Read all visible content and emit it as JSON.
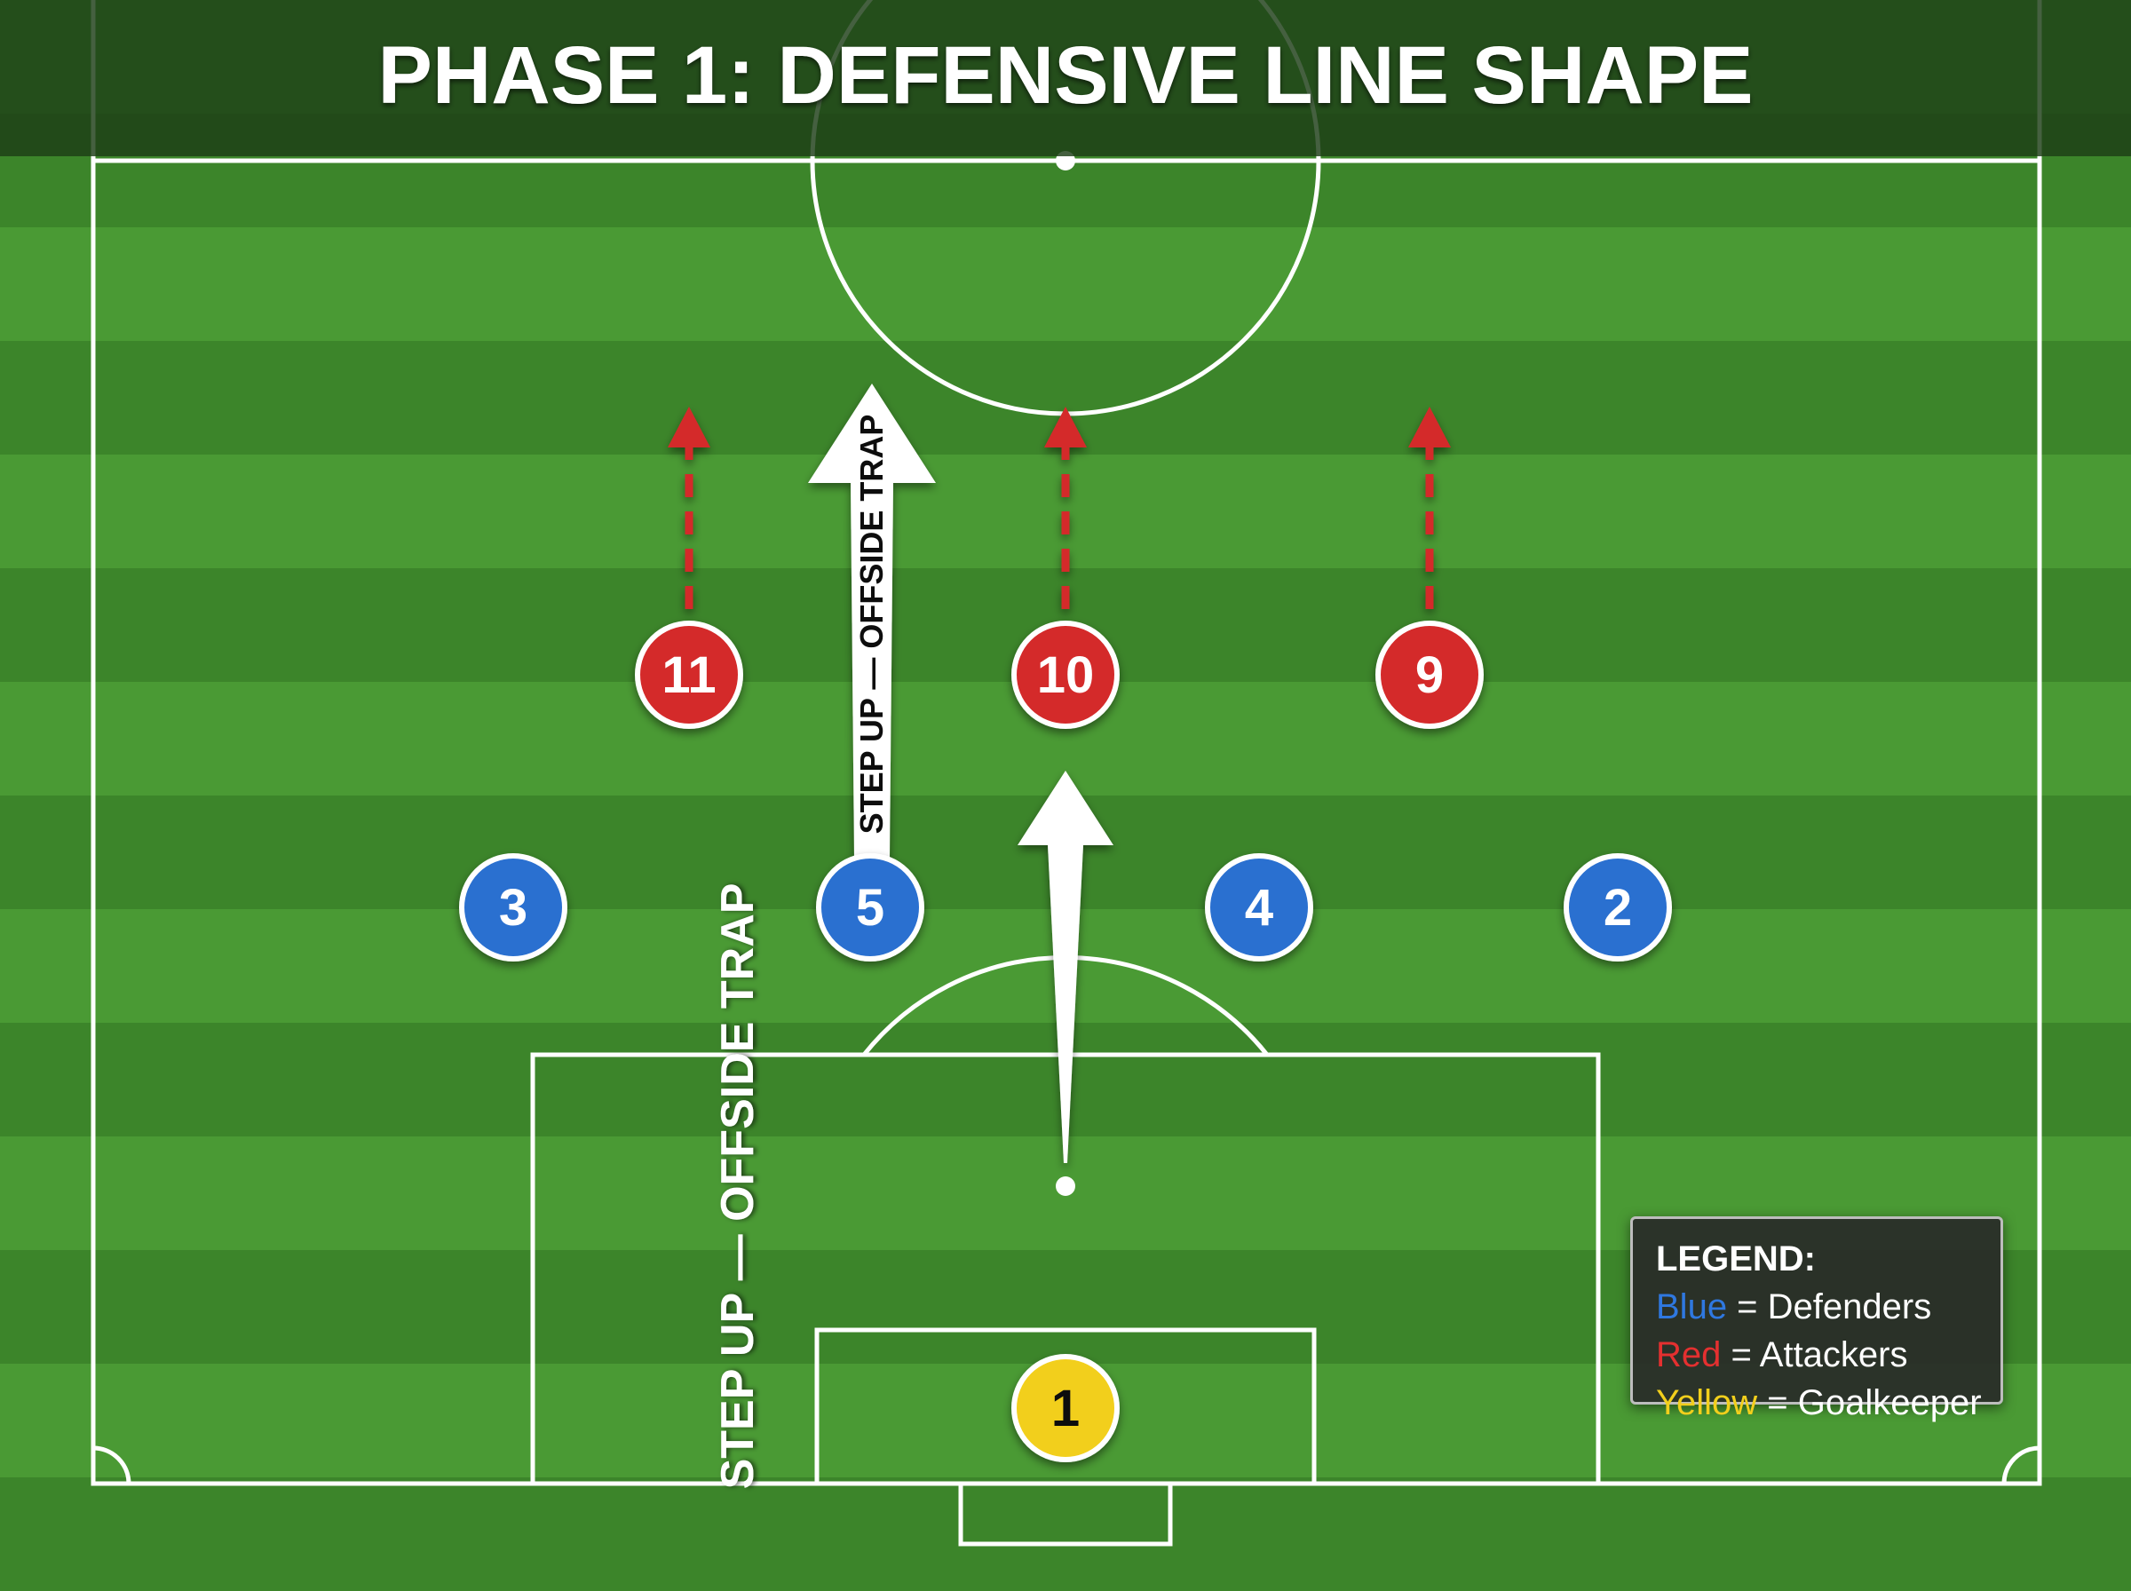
{
  "title": "PHASE 1: DEFENSIVE LINE SHAPE",
  "colors": {
    "defender": "#2a6fd0",
    "attacker": "#d42a2a",
    "goalkeeper": "#f2cf1c",
    "run_arrow": "#d42a2a",
    "line": "#ffffff",
    "grass_light": "#4a9a34",
    "grass_dark": "#3c852a"
  },
  "players": {
    "defenders": [
      "3",
      "5",
      "4",
      "2"
    ],
    "attackers": [
      "11",
      "10",
      "9"
    ],
    "goalkeeper": "1"
  },
  "annotations": {
    "arrow_label": "STEP UP — OFFSIDE TRAP",
    "side_label": "STEP UP — OFFSIDE TRAP"
  },
  "legend": {
    "title": "LEGEND:",
    "items": [
      {
        "color_word": "Blue",
        "rest": " = Defenders",
        "color": "#2f78e0"
      },
      {
        "color_word": "Red",
        "rest": " = Attackers",
        "color": "#e43030"
      },
      {
        "color_word": "Yellow",
        "rest": " = Goalkeeper",
        "color": "#f2cf1c"
      }
    ]
  }
}
